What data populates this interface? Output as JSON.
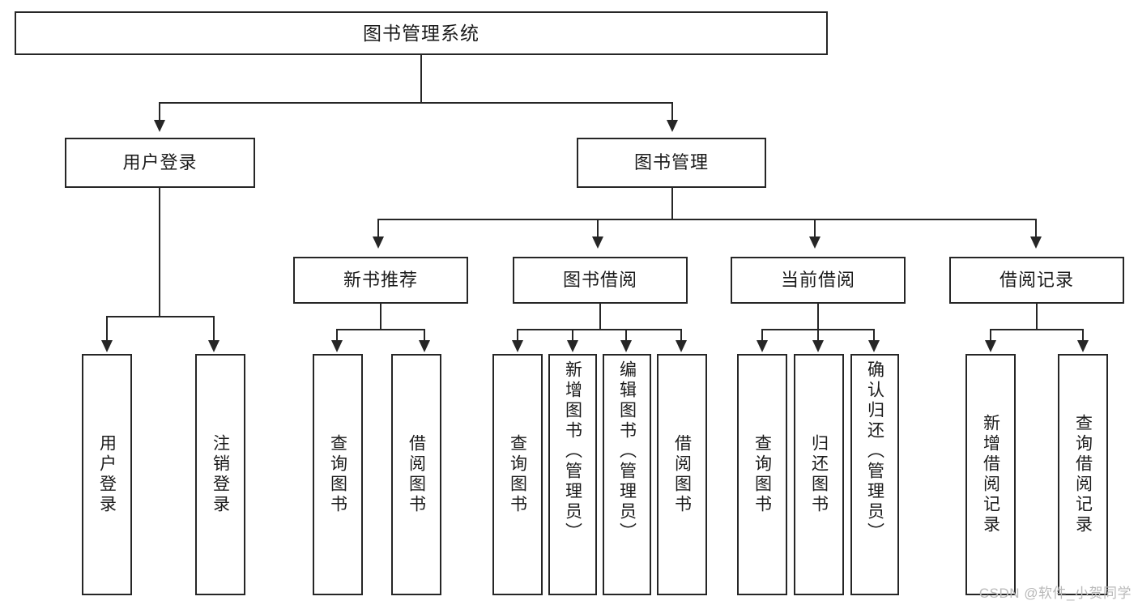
{
  "diagram": {
    "type": "tree",
    "title": "图书管理系统",
    "watermark": "CSDN @软件_小贺同学",
    "colors": {
      "stroke": "#262626",
      "background": "#ffffff",
      "text": "#1b1b1b",
      "watermark": "#b9b9b9"
    },
    "root": {
      "label": "图书管理系统"
    },
    "level2": [
      {
        "label": "用户登录"
      },
      {
        "label": "图书管理"
      }
    ],
    "level3": [
      {
        "label": "新书推荐"
      },
      {
        "label": "图书借阅"
      },
      {
        "label": "当前借阅"
      },
      {
        "label": "借阅记录"
      }
    ],
    "leaves": {
      "user_login": [
        {
          "label": "用户登录"
        },
        {
          "label": "注销登录"
        }
      ],
      "new_book_recommend": [
        {
          "label": "查询图书"
        },
        {
          "label": "借阅图书"
        }
      ],
      "book_borrow": [
        {
          "label": "查询图书"
        },
        {
          "label": "新增图书（管理员）"
        },
        {
          "label": "编辑图书（管理员）"
        },
        {
          "label": "借阅图书"
        }
      ],
      "current_borrow": [
        {
          "label": "查询图书"
        },
        {
          "label": "归还图书"
        },
        {
          "label": "确认归还（管理员）"
        }
      ],
      "borrow_record": [
        {
          "label": "新增借阅记录"
        },
        {
          "label": "查询借阅记录"
        }
      ]
    }
  }
}
